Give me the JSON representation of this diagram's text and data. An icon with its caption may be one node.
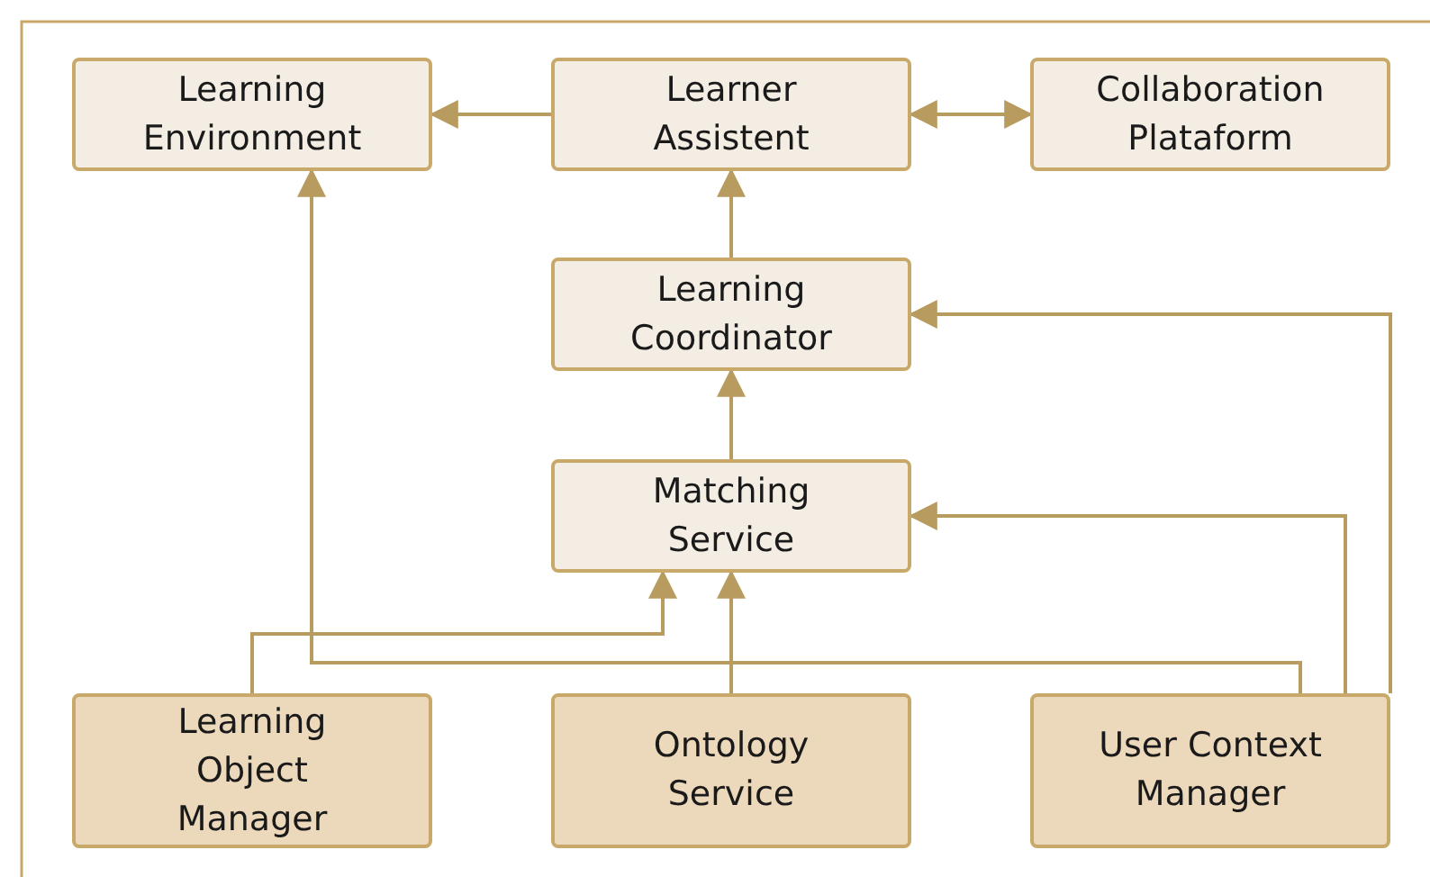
{
  "diagram": {
    "nodes": [
      {
        "text": [
          "Learning Environment"
        ]
      },
      {
        "text": [
          "Learner Assistent"
        ]
      },
      {
        "text": [
          "Collaboration Plataform"
        ]
      },
      {
        "text": [
          "Learning Coordinator"
        ]
      },
      {
        "text": [
          "Matching Service"
        ]
      },
      {
        "text": [
          "Learning Object Manager"
        ]
      },
      {
        "text": [
          "Ontology Service"
        ]
      },
      {
        "text": [
          "User Context Manager"
        ]
      }
    ],
    "edges": [
      {
        "from": 1,
        "to": 0,
        "arrow": "to"
      },
      {
        "from": 1,
        "to": 2,
        "arrow": "both"
      },
      {
        "from": 3,
        "to": 1,
        "arrow": "to"
      },
      {
        "from": 4,
        "to": 3,
        "arrow": "to"
      },
      {
        "from": 6,
        "to": 4,
        "arrow": "to"
      },
      {
        "from": 5,
        "to": 4,
        "arrow": "to"
      },
      {
        "from": 7,
        "to": 0,
        "arrow": "to"
      },
      {
        "from": 7,
        "to": 4,
        "arrow": "to"
      },
      {
        "from": 7,
        "to": 3,
        "arrow": "to"
      }
    ]
  }
}
